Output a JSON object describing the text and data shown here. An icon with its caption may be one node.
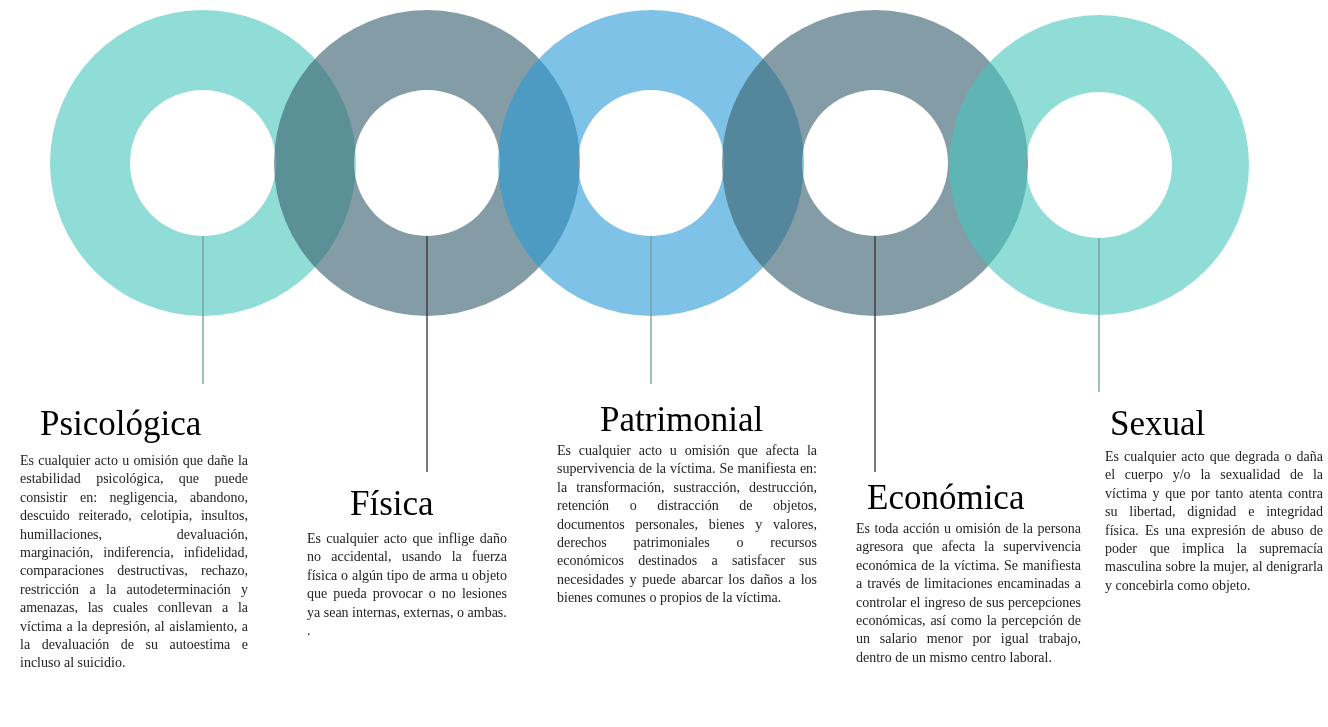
{
  "diagram": {
    "nodes": [
      {
        "text": [],
        "shape": "circle"
      },
      {
        "text": [],
        "shape": "circle"
      },
      {
        "text": [],
        "shape": "circle"
      },
      {
        "text": [],
        "shape": "circle"
      },
      {
        "text": [],
        "shape": "circle"
      },
      {
        "text": [
          "Psicológica",
          "Es cualquier acto u omisión que dañe la estabilidad psicológica, que puede consistir en: negligencia, abandono, descuido reiterado, celotipia, insultos, humillaciones, devaluación, marginación, indiferencia, infidelidad, comparaciones destructivas, rechazo, restricción a la autodeterminación y amenazas, las cuales conllevan a la víctima a la depresión, al aislamiento, a la devaluación de su autoestima e incluso al suicidio."
        ]
      },
      {
        "text": [
          "Física",
          "Es cualquier acto que inflige daño no accidental, usando la fuerza física o algún tipo de arma u objeto que pueda provocar o no lesiones ya sean internas, externas, o ambas.",
          "."
        ]
      },
      {
        "text": [
          "Patrimonial",
          "Es cualquier acto u omisión que afecta la supervivencia de la víctima. Se manifiesta en: la transformación, sustracción, destrucción, retención o distracción de objetos, documentos personales, bienes y valores, derechos patrimoniales o recursos económicos destinados a satisfacer sus necesidades y puede abarcar los daños a los bienes comunes o propios de la víctima."
        ]
      },
      {
        "text": [
          "Económica",
          "Es toda acción u omisión de la persona agresora que afecta la supervivencia económica de la víctima. Se manifiesta a través de limitaciones encaminadas a controlar el ingreso de sus percepciones económicas, así como la percepción de un salario menor por igual trabajo, dentro de un mismo centro laboral."
        ]
      },
      {
        "text": [
          "Sexual",
          "Es cualquier acto que degrada o daña el cuerpo y/o la sexualidad de la víctima y que por tanto atenta contra su libertad, dignidad e integridad física. Es una expresión de abuso de poder que implica la supremacía masculina sobre la mujer, al denigrarla y concebirla como objeto."
        ]
      }
    ],
    "edges": [
      {
        "from": 0,
        "to": 5,
        "arrow": "none"
      },
      {
        "from": 1,
        "to": 6,
        "arrow": "none",
        "color": "#333333"
      },
      {
        "from": 2,
        "to": 7,
        "arrow": "none"
      },
      {
        "from": 3,
        "to": 8,
        "arrow": "none",
        "color": "#333333"
      },
      {
        "from": 4,
        "to": 9,
        "arrow": "none"
      }
    ]
  }
}
